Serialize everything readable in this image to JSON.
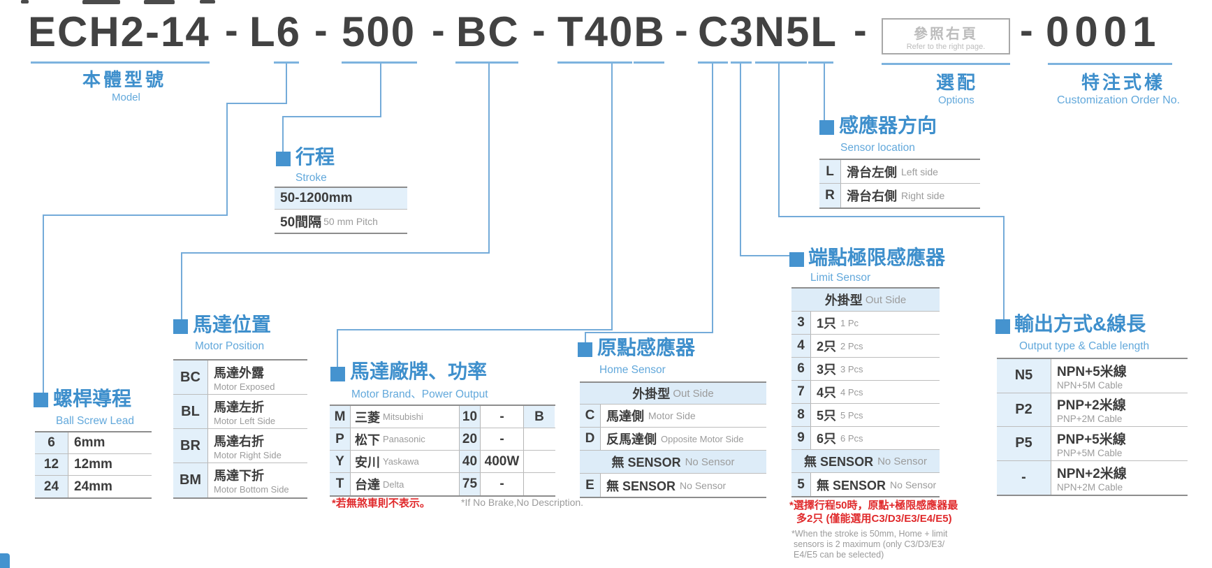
{
  "header": {
    "model_segments": [
      "ECH2-14",
      "L6",
      "500",
      "BC",
      "T40B",
      "C3N5L"
    ],
    "separator": "-",
    "options_box": {
      "zh": "參照右頁",
      "en": "Refer to the right page."
    },
    "order_no": "0001",
    "labels": {
      "model": {
        "zh": "本體型號",
        "en": "Model"
      },
      "options": {
        "zh": "選配",
        "en": "Options"
      },
      "customization": {
        "zh": "特注式樣",
        "en": "Customization Order No."
      }
    }
  },
  "sections": {
    "ball_screw_lead": {
      "title_zh": "螺桿導程",
      "title_en": "Ball Screw Lead",
      "rows": [
        {
          "code": "6",
          "zh": "6mm"
        },
        {
          "code": "12",
          "zh": "12mm"
        },
        {
          "code": "24",
          "zh": "24mm"
        }
      ]
    },
    "motor_position": {
      "title_zh": "馬達位置",
      "title_en": "Motor Position",
      "rows": [
        {
          "code": "BC",
          "zh": "馬達外露",
          "en": "Motor Exposed"
        },
        {
          "code": "BL",
          "zh": "馬達左折",
          "en": "Motor Left Side"
        },
        {
          "code": "BR",
          "zh": "馬達右折",
          "en": "Motor Right Side"
        },
        {
          "code": "BM",
          "zh": "馬達下折",
          "en": "Motor Bottom Side"
        }
      ]
    },
    "stroke": {
      "title_zh": "行程",
      "title_en": "Stroke",
      "range": "50-1200mm",
      "pitch_zh": "50間隔",
      "pitch_en": "50 mm Pitch"
    },
    "motor_brand": {
      "title_zh": "馬達廠牌、功率",
      "title_en": "Motor Brand、Power Output",
      "rows": [
        {
          "code": "M",
          "zh": "三菱",
          "en": "Mitsubishi",
          "power_code": "10",
          "power": "-",
          "brake": "B"
        },
        {
          "code": "P",
          "zh": "松下",
          "en": "Panasonic",
          "power_code": "20",
          "power": "-",
          "brake": ""
        },
        {
          "code": "Y",
          "zh": "安川",
          "en": "Yaskawa",
          "power_code": "40",
          "power": "400W",
          "brake": ""
        },
        {
          "code": "T",
          "zh": "台達",
          "en": "Delta",
          "power_code": "75",
          "power": "-",
          "brake": ""
        }
      ],
      "footnote_zh": "*若無煞車則不表示。",
      "footnote_en": "*If No Brake,No Description."
    },
    "home_sensor": {
      "title_zh": "原點感應器",
      "title_en": "Home Sensor",
      "header_zh": "外掛型",
      "header_en": "Out Side",
      "rows": [
        {
          "code": "C",
          "zh": "馬達側",
          "en": "Motor Side"
        },
        {
          "code": "D",
          "zh": "反馬達側",
          "en": "Opposite Motor Side"
        }
      ],
      "subheader_zh": "無 SENSOR",
      "subheader_en": "No Sensor",
      "no_sensor_row": {
        "code": "E",
        "zh": "無 SENSOR",
        "en": "No Sensor"
      }
    },
    "limit_sensor": {
      "title_zh": "端點極限感應器",
      "title_en": "Limit Sensor",
      "header_zh": "外掛型",
      "header_en": "Out Side",
      "rows": [
        {
          "code": "3",
          "zh": "1只",
          "en": "1 Pc"
        },
        {
          "code": "4",
          "zh": "2只",
          "en": "2 Pcs"
        },
        {
          "code": "6",
          "zh": "3只",
          "en": "3 Pcs"
        },
        {
          "code": "7",
          "zh": "4只",
          "en": "4 Pcs"
        },
        {
          "code": "8",
          "zh": "5只",
          "en": "5 Pcs"
        },
        {
          "code": "9",
          "zh": "6只",
          "en": "6 Pcs"
        }
      ],
      "subheader_zh": "無 SENSOR",
      "subheader_en": "No Sensor",
      "no_sensor_row": {
        "code": "5",
        "zh": "無 SENSOR",
        "en": "No Sensor"
      },
      "footnote_zh1": "*選擇行程50時，原點+極限感應器最",
      "footnote_zh2": "多2只 (僅能選用C3/D3/E3/E4/E5)",
      "footnote_en1": "*When the stroke is 50mm, Home + limit",
      "footnote_en2": "sensors is 2 maximum (only C3/D3/E3/",
      "footnote_en3": "E4/E5 can be selected)"
    },
    "sensor_location": {
      "title_zh": "感應器方向",
      "title_en": "Sensor location",
      "rows": [
        {
          "code": "L",
          "zh": "滑台左側",
          "en": "Left side"
        },
        {
          "code": "R",
          "zh": "滑台右側",
          "en": "Right side"
        }
      ]
    },
    "output_type": {
      "title_zh": "輸出方式&線長",
      "title_en": "Output type & Cable length",
      "rows": [
        {
          "code": "N5",
          "zh": "NPN+5米線",
          "en": "NPN+5M Cable"
        },
        {
          "code": "P2",
          "zh": "PNP+2米線",
          "en": "PNP+2M Cable"
        },
        {
          "code": "P5",
          "zh": "PNP+5米線",
          "en": "PNP+5M Cable"
        },
        {
          "code": "-",
          "zh": "NPN+2米線",
          "en": "NPN+2M Cable"
        }
      ]
    }
  },
  "colors": {
    "title_blue": "#3e8fcc",
    "square_blue": "#4593cf",
    "subtitle_blue": "#62a8db",
    "line_blue": "#74abd9",
    "light_blue_bg": "#e3f0fa",
    "header_bg": "#ddecf8",
    "text_dark": "#3c3c3c",
    "text_gray": "#9b9b9b",
    "footnote_red": "#e02a2c"
  }
}
